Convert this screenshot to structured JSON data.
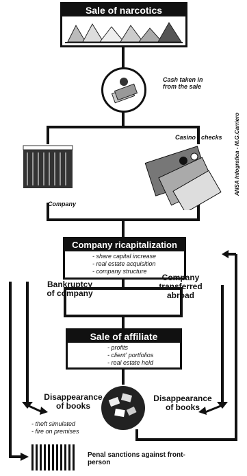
{
  "title": "Sale of narcotics",
  "cash_caption": "Cash taken in from the sale",
  "credit": "ANSA Infografica - M.G.Carriero",
  "company_label": "Company",
  "casino_label": "Casino - checks",
  "recap": {
    "title": "Company ricapitalization",
    "bullets": [
      "- share capital increase",
      "- real estate acquisition",
      "- company structure"
    ]
  },
  "bankruptcy": "Bankruptcy of company",
  "transferred": "Company transferred abroad",
  "affiliate": {
    "title": "Sale of affiliate",
    "bullets": [
      "- profits",
      "- client' portfolios",
      "- real estate held"
    ]
  },
  "disappear_left": "Disappearance of books",
  "disappear_right": "Disappearance of books",
  "left_bullets": [
    "- theft simulated",
    "- fire on premises"
  ],
  "penal": "Penal sanctions against front-person"
}
